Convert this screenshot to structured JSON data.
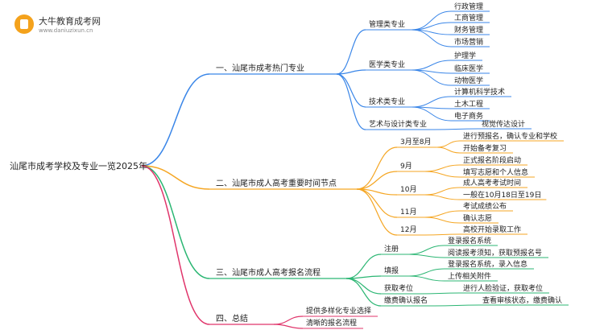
{
  "brand": {
    "name": "大牛教育成考网",
    "url": "www.daniuzixun.cn"
  },
  "colors": {
    "b1": "#3a86e8",
    "b2": "#f5a623",
    "b3": "#2bb673",
    "b4": "#e0356b"
  },
  "mindmap": {
    "root": "汕尾市成考学校及专业一览2025年",
    "branches": [
      {
        "key": "b1",
        "label": "一、汕尾市成考热门专业",
        "children": [
          {
            "label": "管理类专业",
            "children": [
              "行政管理",
              "工商管理",
              "财务管理",
              "市场营销"
            ]
          },
          {
            "label": "医学类专业",
            "children": [
              "护理学",
              "临床医学",
              "动物医学"
            ]
          },
          {
            "label": "技术类专业",
            "children": [
              "计算机科学技术",
              "土木工程",
              "电子商务"
            ]
          },
          {
            "label": "艺术与设计类专业",
            "children": [
              "视觉传达设计"
            ]
          }
        ]
      },
      {
        "key": "b2",
        "label": "二、汕尾市成人高考重要时间节点",
        "children": [
          {
            "label": "3月至8月",
            "children": [
              "进行预报名，确认专业和学校",
              "开始备考复习"
            ]
          },
          {
            "label": "9月",
            "children": [
              "正式报名阶段启动",
              "填写志愿和个人信息"
            ]
          },
          {
            "label": "10月",
            "children": [
              "成人高考考试时间",
              "一般在10月18日至19日"
            ]
          },
          {
            "label": "11月",
            "children": [
              "考试成绩公布",
              "确认志愿"
            ]
          },
          {
            "label": "12月",
            "children": [
              "高校开始录取工作"
            ]
          }
        ]
      },
      {
        "key": "b3",
        "label": "三、汕尾市成人高考报名流程",
        "children": [
          {
            "label": "注册",
            "children": [
              "登录报名系统",
              "阅读报考须知，获取预报名号"
            ]
          },
          {
            "label": "填报",
            "children": [
              "登录报名系统，录入信息",
              "上传相关附件"
            ]
          },
          {
            "label": "获取考位",
            "children": [
              "进行人脸验证，获取考位"
            ]
          },
          {
            "label": "缴费确认报名",
            "children": [
              "查看审核状态，缴费确认"
            ]
          }
        ]
      },
      {
        "key": "b4",
        "label": "四、总结",
        "children": [
          {
            "label": "提供多样化专业选择",
            "children": []
          },
          {
            "label": "清晰的报名流程",
            "children": []
          }
        ]
      }
    ]
  }
}
